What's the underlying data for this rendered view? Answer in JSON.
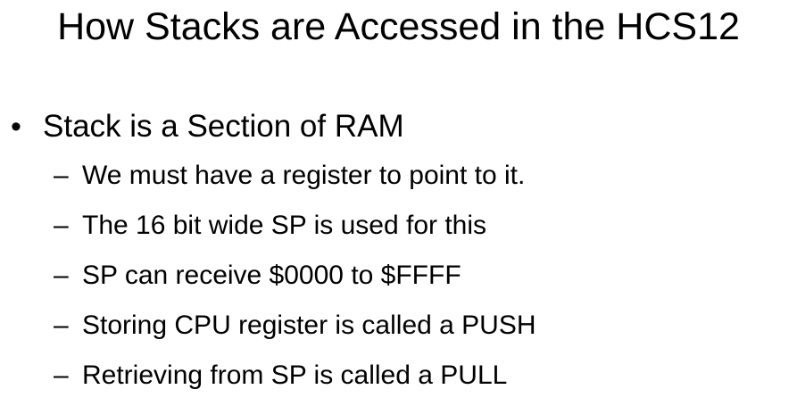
{
  "slide": {
    "title": "How Stacks are Accessed in the HCS12",
    "bullet_mark": "•",
    "dash_mark": "–",
    "main_bullet": "Stack is a Section of RAM",
    "sub_bullets": [
      "We must have a register to point to it.",
      "The 16 bit wide SP is used for this",
      "SP can receive $0000 to $FFFF",
      "Storing CPU register is called a PUSH",
      "Retrieving from SP is called a PULL"
    ]
  }
}
